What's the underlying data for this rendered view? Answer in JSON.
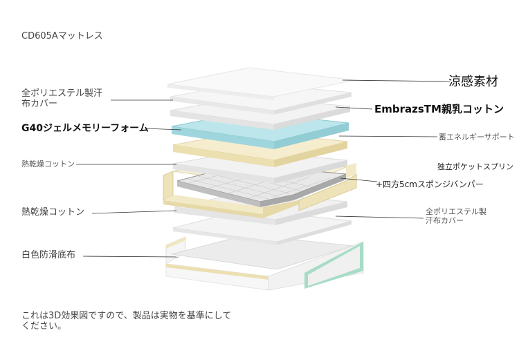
{
  "title": "CD605Aマットレス",
  "labels_left": {
    "l1_line1": "全ポリエステル製汗",
    "l1_line2": "布カバー",
    "l2": "G40ジェルメモリーフォーム",
    "l3": "熱乾燥コットン",
    "l4": "熱乾燥コットン",
    "l5": "白色防滑底布"
  },
  "labels_right": {
    "r1": "涼感素材",
    "r2": "EmbrazsTM親乳コットン",
    "r3": "蓄エネルギーサポート",
    "r4": "独立ポケットスプリン",
    "r5": "+四方5cmスポンジバンパー",
    "r6_line1": "全ポリエステル製",
    "r6_line2": "汗布カバー"
  },
  "note_line1": "これは3D効果図ですので、製品は実物を基準にして",
  "note_line2": "ください。",
  "colors": {
    "gel_layer": "#a9dfe6",
    "support_layer": "#f3e8c4",
    "bumper": "#eee3b8",
    "base_edge": "#a7dcc6",
    "leader_line": "#333333"
  }
}
